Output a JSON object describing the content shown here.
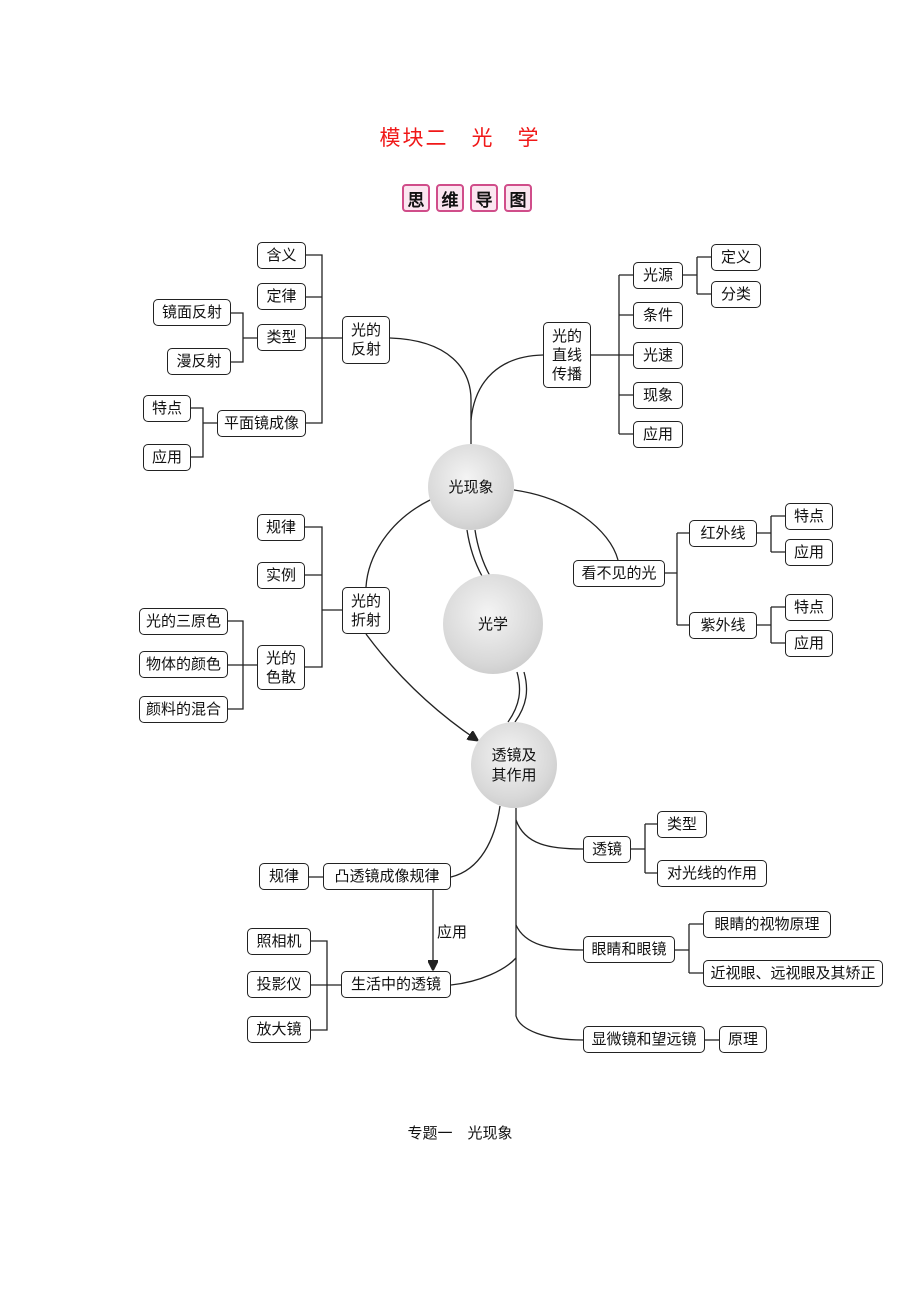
{
  "title": "模块二　光　学",
  "badges": [
    "思",
    "维",
    "导",
    "图"
  ],
  "center": {
    "main": "光学",
    "phenomena": "光现象",
    "lens": "透镜及其作用"
  },
  "reflection": {
    "label": "光的反射",
    "meaning": "含义",
    "law": "定律",
    "types": "类型",
    "specular": "镜面反射",
    "diffuse": "漫反射",
    "plane_mirror": "平面镜成像",
    "features": "特点",
    "application": "应用"
  },
  "propagation": {
    "label": "光的直线传播",
    "source": "光源",
    "definition": "定义",
    "classification": "分类",
    "condition": "条件",
    "speed": "光速",
    "phenomena": "现象",
    "application": "应用"
  },
  "refraction": {
    "label": "光的折射",
    "rule": "规律",
    "example": "实例",
    "dispersion": "光的色散",
    "primary": "光的三原色",
    "object_color": "物体的颜色",
    "pigment": "颜料的混合"
  },
  "invisible": {
    "label": "看不见的光",
    "infrared": "红外线",
    "ultraviolet": "紫外线",
    "features": "特点",
    "application": "应用"
  },
  "lenses": {
    "lens": "透镜",
    "types": "类型",
    "effect": "对光线的作用",
    "eye": "眼睛和眼镜",
    "eye_principle": "眼睛的视物原理",
    "correction": "近视眼、远视眼及其矫正",
    "instruments": "显微镜和望远镜",
    "principle": "原理",
    "convex": "凸透镜成像规律",
    "rule": "规律",
    "apply": "应用",
    "life": "生活中的透镜",
    "camera": "照相机",
    "projector": "投影仪",
    "magnifier": "放大镜"
  },
  "footer": "专题一　光现象"
}
